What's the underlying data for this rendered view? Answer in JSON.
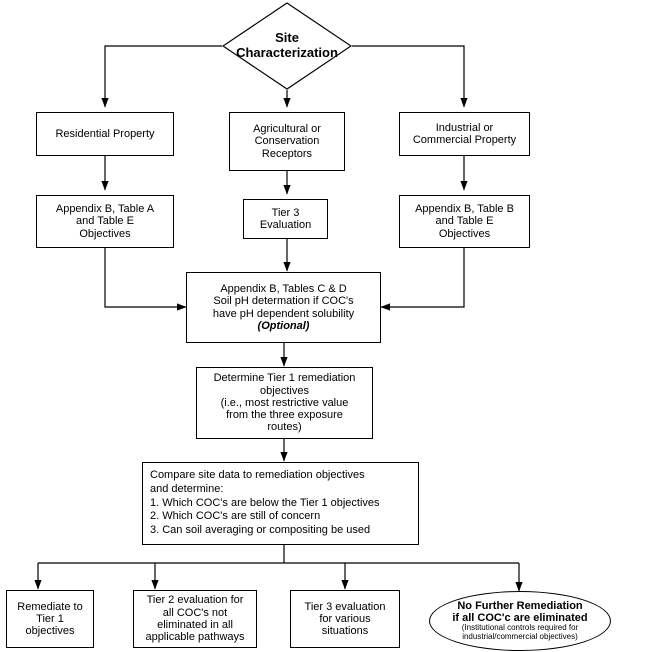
{
  "diagram": {
    "title": "Site Characterization Remediation Objectives Flowchart",
    "colors": {
      "stroke": "#000000",
      "fill": "#ffffff",
      "text": "#000000"
    },
    "nodes": {
      "site_characterization": {
        "shape": "diamond",
        "label": "Site\nCharacterization",
        "line1": "Site",
        "line2": "Characterization"
      },
      "residential_property": {
        "shape": "rect",
        "label": "Residential Property"
      },
      "agricultural_conservation": {
        "shape": "rect",
        "line1": "Agricultural or",
        "line2": "Conservation",
        "line3": "Receptors"
      },
      "industrial_commercial": {
        "shape": "rect",
        "line1": "Industrial or",
        "line2": "Commercial Property"
      },
      "appendix_b_table_a": {
        "shape": "rect",
        "line1": "Appendix B, Table A",
        "line2": "and Table E",
        "line3": "Objectives"
      },
      "tier_3_evaluation": {
        "shape": "rect",
        "line1": "Tier 3",
        "line2": "Evaluation"
      },
      "appendix_b_table_b": {
        "shape": "rect",
        "line1": "Appendix B, Table B",
        "line2": "and Table E",
        "line3": "Objectives"
      },
      "soil_ph": {
        "shape": "rect",
        "line1": "Appendix B, Tables C & D",
        "line2": "Soil pH determation if COC's",
        "line3": "have pH dependent solubility",
        "line4": "(Optional)"
      },
      "determine_tier1": {
        "shape": "rect",
        "line1": "Determine Tier 1 remediation",
        "line2": "objectives",
        "line3": "(i.e., most restrictive value",
        "line4": "from the three exposure",
        "line5": "routes)"
      },
      "compare_site_data": {
        "shape": "rect",
        "line1": "Compare site data to remediation objectives",
        "line2": "and determine:",
        "line3": "1. Which COC's are below the Tier 1 objectives",
        "line4": "2. Which COC's are still of concern",
        "line5": "3. Can soil averaging or compositing be used"
      },
      "remediate_tier1": {
        "shape": "rect",
        "line1": "Remediate to",
        "line2": "Tier 1",
        "line3": "objectives"
      },
      "tier2_evaluation": {
        "shape": "rect",
        "line1": "Tier 2 evaluation for",
        "line2": "all COC's not",
        "line3": "eliminated in all",
        "line4": "applicable pathways"
      },
      "tier3_various": {
        "shape": "rect",
        "line1": "Tier 3 evaluation",
        "line2": "for various",
        "line3": "situations"
      },
      "no_further_remediation": {
        "shape": "ellipse",
        "line1": "No Further Remediation",
        "line2": "if all COC'c are eliminated",
        "line3": "(Institutional controls required for",
        "line4": "industrial/commercial objectives)"
      }
    }
  }
}
